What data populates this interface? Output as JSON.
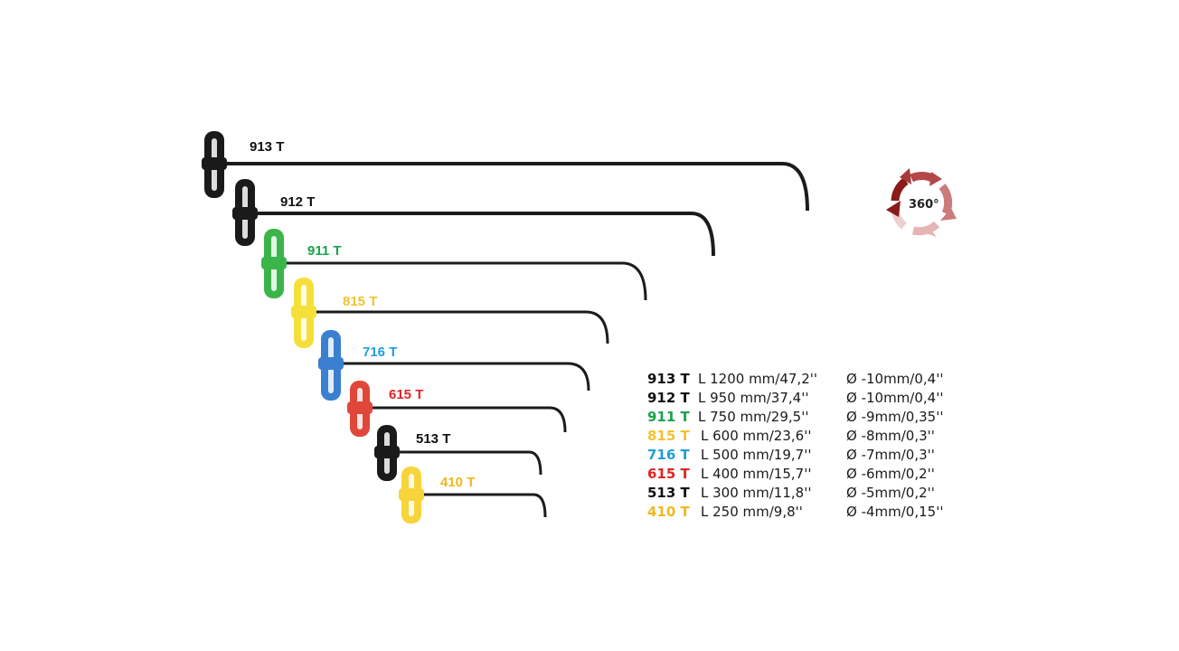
{
  "products": [
    {
      "code": "913 T",
      "length": "L 1200 mm/47,2''",
      "diameter": "Ø -10mm/0,4''",
      "color": "#111111"
    },
    {
      "code": "912 T",
      "length": "L 950 mm/37,4''",
      "diameter": "Ø -10mm/0,4''",
      "color": "#111111"
    },
    {
      "code": "911 T",
      "length": "L 750 mm/29,5''",
      "diameter": "Ø -9mm/0,35''",
      "color": "#1aa34a"
    },
    {
      "code": "815 T",
      "length": "L 600 mm/23,6''",
      "diameter": "Ø -8mm/0,3''",
      "color": "#f2c230"
    },
    {
      "code": "716 T",
      "length": "L 500 mm/19,7''",
      "diameter": "Ø -7mm/0,3''",
      "color": "#1e9fd8"
    },
    {
      "code": "615 T",
      "length": "L 400 mm/15,7''",
      "diameter": "Ø -6mm/0,2''",
      "color": "#e02424"
    },
    {
      "code": "513 T",
      "length": "L 300 mm/11,8''",
      "diameter": "Ø -5mm/0,2''",
      "color": "#111111"
    },
    {
      "code": "410 T",
      "length": "L 250 mm/9,8''",
      "diameter": "Ø -4mm/0,15''",
      "color": "#f2b81e"
    }
  ],
  "handle_colors": [
    "#1a1a1a",
    "#1a1a1a",
    "#3bb54a",
    "#f5e03a",
    "#3a7fd0",
    "#e0473a",
    "#1a1a1a",
    "#f7d43a"
  ],
  "rotation_badge": {
    "label": "360°",
    "color": "#a52a2a"
  }
}
